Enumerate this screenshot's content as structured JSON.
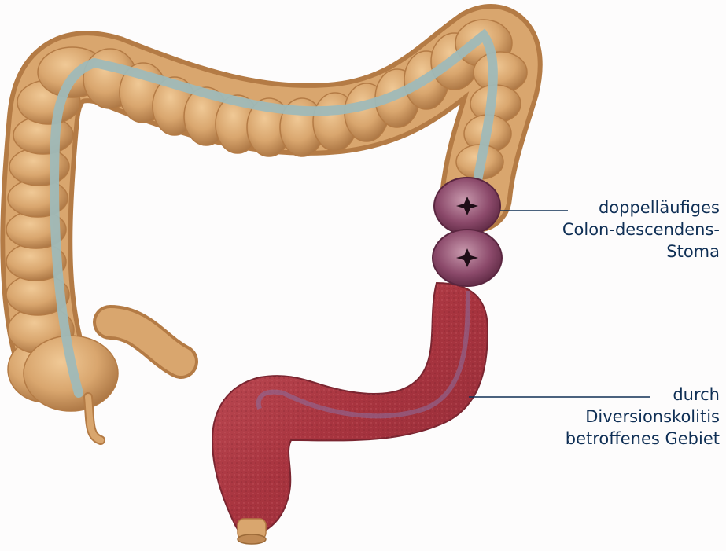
{
  "labels": {
    "stoma": {
      "line1": "doppelläufiges",
      "line2": "Colon-descendens-",
      "line3": "Stoma"
    },
    "diversion_colitis": {
      "line1": "durch",
      "line2": "Diversionskolitis",
      "line3": "betroffenes Gebiet"
    }
  },
  "colors": {
    "healthy_colon": "#d9a66e",
    "healthy_colon_shadow": "#b47b45",
    "lumen": "#9fb9b8",
    "stoma": "#7d3a5e",
    "inflamed_colon": "#a8343f",
    "label_text": "#0f2f55"
  }
}
